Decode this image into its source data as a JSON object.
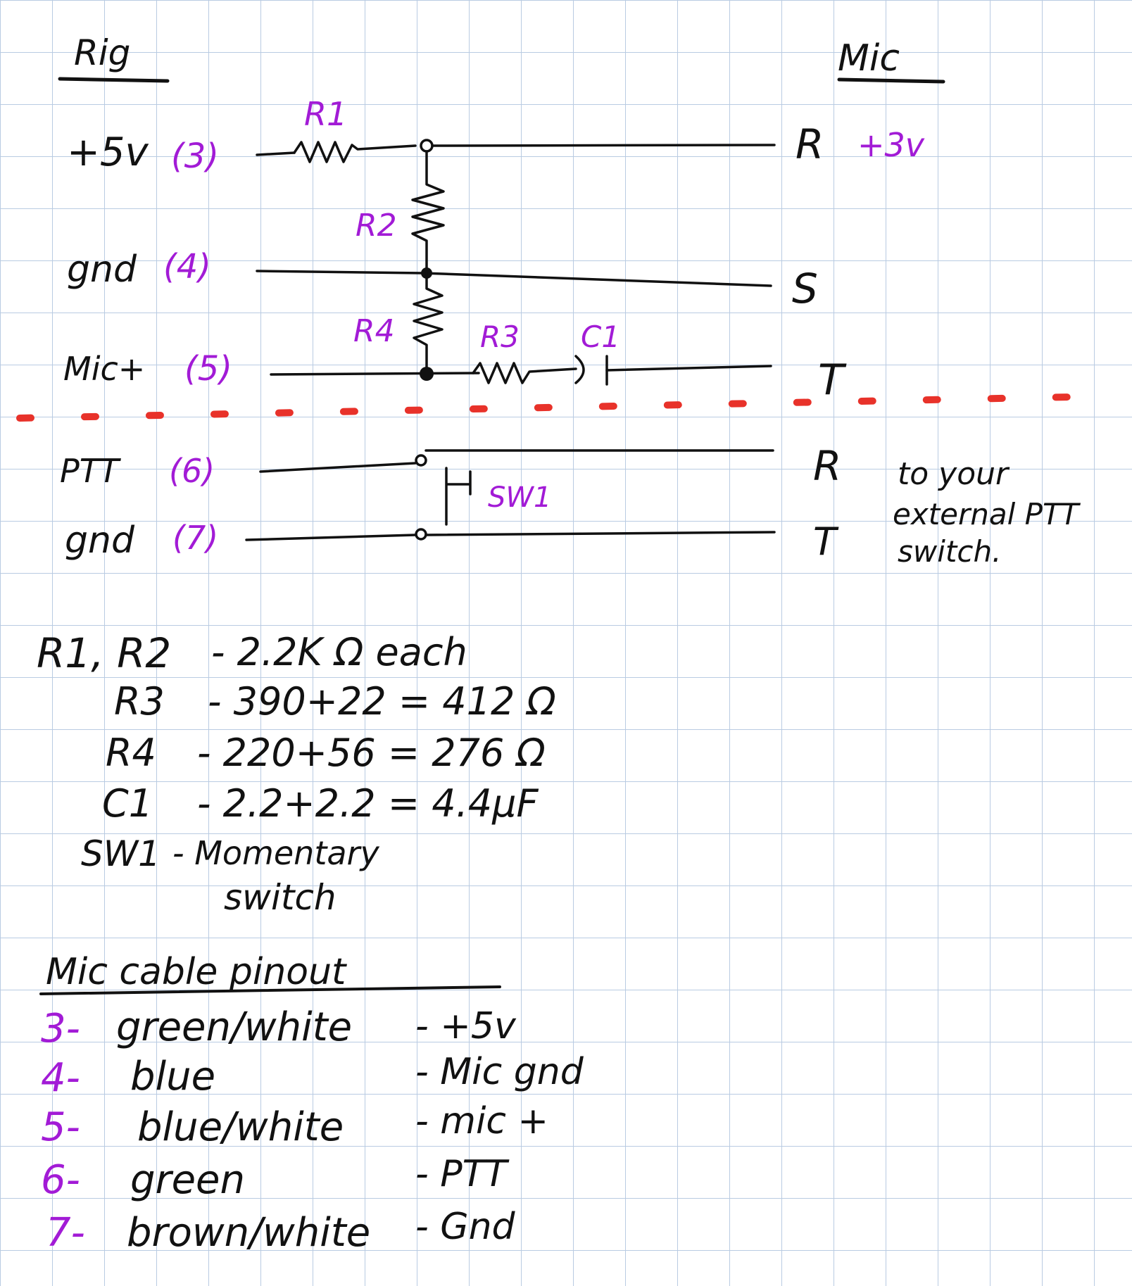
{
  "headers": {
    "rig": "Rig",
    "mic": "Mic"
  },
  "rig_pins": [
    {
      "label": "+5v",
      "pin": "(3)"
    },
    {
      "label": "gnd",
      "pin": "(4)"
    },
    {
      "label": "Mic+",
      "pin": "(5)"
    },
    {
      "label": "PTT",
      "pin": "(6)"
    },
    {
      "label": "gnd",
      "pin": "(7)"
    }
  ],
  "mic_terminals": [
    "R",
    "S",
    "T",
    "R",
    "T"
  ],
  "mic_voltage": "+3v",
  "components": {
    "r1": "R1",
    "r2": "R2",
    "r4": "R4",
    "r3": "R3",
    "c1": "C1",
    "sw1": "SW1"
  },
  "ptt_note": [
    "to your",
    "external PTT",
    "switch."
  ],
  "parts_list": [
    {
      "name": "R1, R2",
      "value": "- 2.2K Ω each"
    },
    {
      "name": "R3",
      "value": "- 390+22 = 412 Ω"
    },
    {
      "name": "R4",
      "value": "- 220+56 = 276 Ω"
    },
    {
      "name": "C1",
      "value": "- 2.2+2.2 = 4.4μF"
    },
    {
      "name": "SW1",
      "value": "- Momentary"
    }
  ],
  "parts_list_extra": "switch",
  "pinout": {
    "title": "Mic cable pinout",
    "rows": [
      {
        "pin": "3-",
        "color": "green/white",
        "signal": "- +5v"
      },
      {
        "pin": "4-",
        "color": "blue",
        "signal": "- Mic gnd"
      },
      {
        "pin": "5-",
        "color": "blue/white",
        "signal": "- mic +"
      },
      {
        "pin": "6-",
        "color": "green",
        "signal": "- PTT"
      },
      {
        "pin": "7-",
        "color": "brown/white",
        "signal": "- Gnd"
      }
    ]
  },
  "colors": {
    "ink": "#111111",
    "annotation": "#a21bd6",
    "divider": "#e8322a",
    "grid": "#b9cbe2"
  }
}
